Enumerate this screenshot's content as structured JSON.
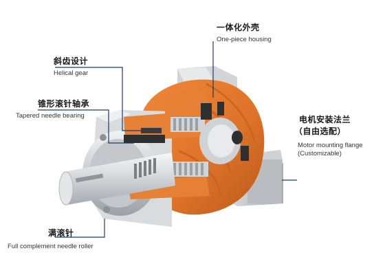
{
  "labels": {
    "one_piece_housing": {
      "cn": "一体化外壳",
      "en": "One-piece housing"
    },
    "helical_gear": {
      "cn": "斜齿设计",
      "en": "Helical gear"
    },
    "tapered_bearing": {
      "cn": "锥形滚针轴承",
      "en": "Tapered needle bearing"
    },
    "motor_flange": {
      "cn": "电机安装法兰",
      "cn2": "（自由选配）",
      "en": "Motor mounting flange",
      "en2": "(Customizable)"
    },
    "full_complement": {
      "cn": "满滚针",
      "en": "Full complement needle roller"
    }
  },
  "colors": {
    "housing_orange": "#e07a2e",
    "housing_orange_dark": "#b85a1a",
    "steel_light": "#e6e8ea",
    "steel_mid": "#bfc3c7",
    "steel_dark": "#8a8f94",
    "bearing_dark": "#2e2f31",
    "leader_blue": "#1f3a63"
  },
  "icons": [
    "gearbox-cutaway-illustration"
  ]
}
